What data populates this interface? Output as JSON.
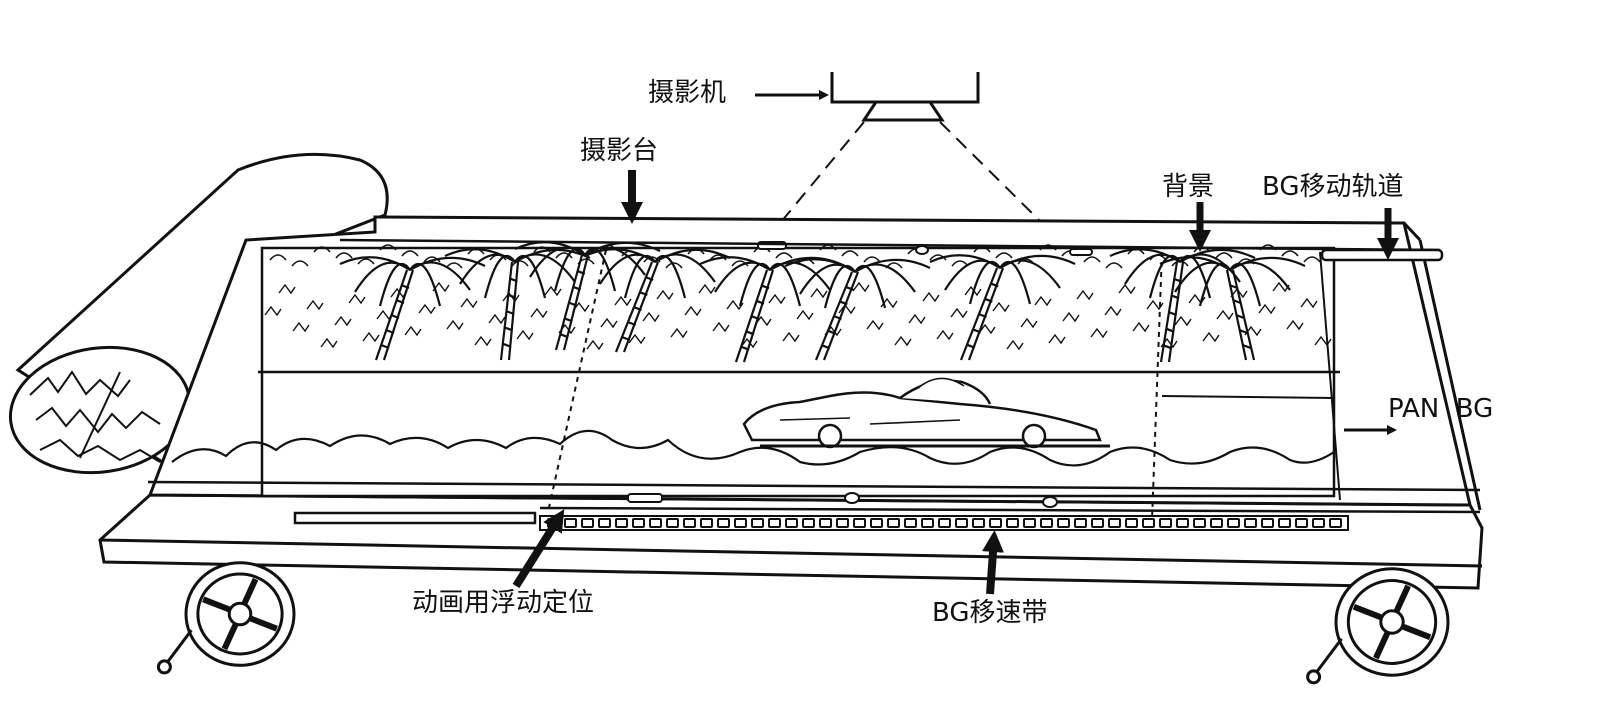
{
  "labels": {
    "camera": "摄影机",
    "stand": "摄影台",
    "background": "背景",
    "bg_track": "BG移动轨道",
    "pan_bg": "PAN  BG",
    "peg_bar": "动画用浮动定位",
    "bg_belt": "BG移速带"
  },
  "colors": {
    "ink": "#111111",
    "paper": "#ffffff"
  },
  "icons": [
    "camera-icon",
    "wheel-icon",
    "palm-tree-icon",
    "car-icon"
  ]
}
